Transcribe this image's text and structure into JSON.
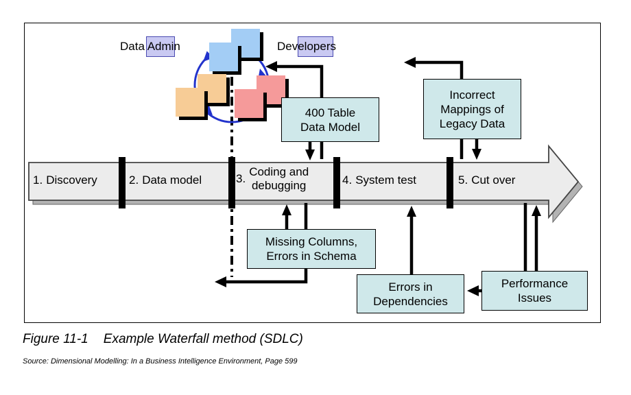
{
  "figure": {
    "caption_label": "Figure 11-1",
    "caption_title": "Example Waterfall method (SDLC)",
    "source_line": "Source: Dimensional Modelling: In a Business Intelligence Environment, Page 599"
  },
  "actors": {
    "data_admin": "Data Admin",
    "developers": "Developers"
  },
  "phases": {
    "p1": {
      "num": "1.",
      "label": "Discovery"
    },
    "p2": {
      "num": "2.",
      "label": "Data model"
    },
    "p3": {
      "num": "3.",
      "line1": "Coding and",
      "line2": "debugging"
    },
    "p4": {
      "num": "4.",
      "label": "System test"
    },
    "p5": {
      "num": "5.",
      "label": "Cut over"
    }
  },
  "issue_boxes": {
    "table_model": {
      "line1": "400 Table",
      "line2": "Data Model"
    },
    "incorrect_mappings": {
      "line1": "Incorrect",
      "line2": "Mappings of",
      "line3": "Legacy Data"
    },
    "missing_columns": {
      "line1": "Missing Columns,",
      "line2": "Errors in Schema"
    },
    "errors_dependencies": {
      "line1": "Errors in",
      "line2": "Dependencies"
    },
    "performance_issues": {
      "line1": "Performance",
      "line2": "Issues"
    }
  },
  "colors": {
    "issue_box_fill": "#cfe8ea",
    "band_fill": "#ececec",
    "band_shadow": "#b3b3b3",
    "cycle_blue": "#2233cc",
    "anchor_purple": "#c9c9f2",
    "step_blue": "#a3cdf5",
    "step_orange": "#f7cc96",
    "step_pink": "#f59a9a"
  }
}
